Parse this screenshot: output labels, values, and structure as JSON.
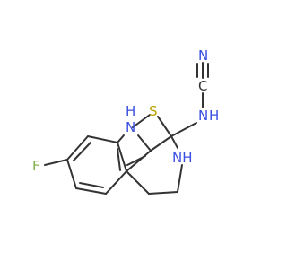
{
  "molecule": {
    "atoms": {
      "f": {
        "label": "F",
        "color": "#7fb04a"
      },
      "nh_ring": {
        "label": "H",
        "color": "#3b4fe0"
      },
      "n_ring": {
        "label": "N",
        "color": "#3b4fe0"
      },
      "nh_chain": {
        "label": "NH",
        "color": "#3b4fe0"
      },
      "s": {
        "label": "S",
        "color": "#b8a200"
      },
      "nh_amine": {
        "label": "N",
        "color": "#3b4fe0"
      },
      "nh_amine_h": {
        "label": "H",
        "color": "#3b4fe0"
      },
      "c_nitrile": {
        "label": "C",
        "color": "#333333"
      },
      "n_nitrile": {
        "label": "N",
        "color": "#3b4fe0"
      }
    },
    "bond_color": "#333333"
  }
}
